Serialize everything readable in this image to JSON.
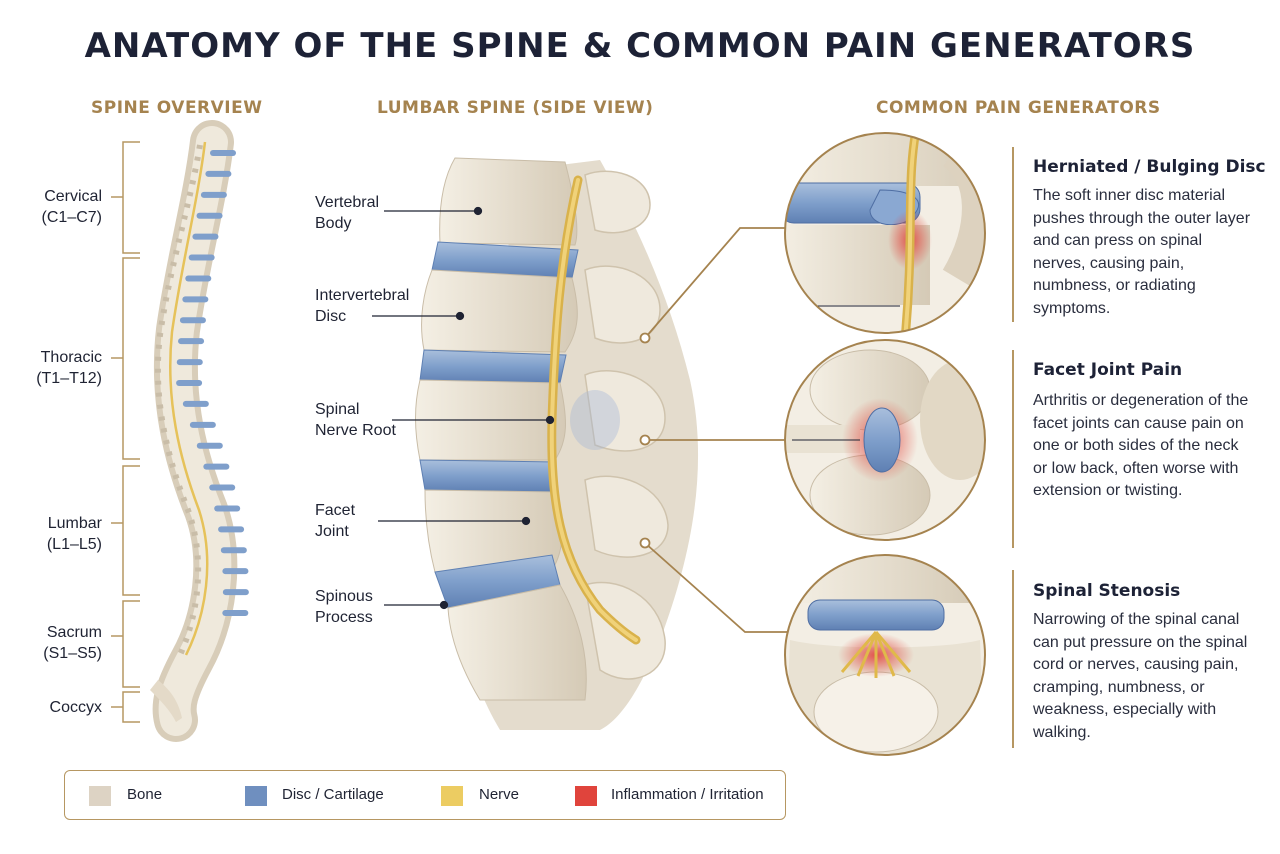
{
  "title": "ANATOMY OF THE SPINE & COMMON PAIN GENERATORS",
  "sections": {
    "overview": "SPINE OVERVIEW",
    "lumbar": "LUMBAR SPINE (SIDE VIEW)",
    "pain": "COMMON PAIN GENERATORS"
  },
  "regions": [
    {
      "name": "Cervical",
      "range": "(C1–C7)"
    },
    {
      "name": "Thoracic",
      "range": "(T1–T12)"
    },
    {
      "name": "Lumbar",
      "range": "(L1–L5)"
    },
    {
      "name": "Sacrum",
      "range": "(S1–S5)"
    },
    {
      "name": "Coccyx",
      "range": ""
    }
  ],
  "lumbar_labels": [
    {
      "line1": "Vertebral",
      "line2": "Body"
    },
    {
      "line1": "Intervertebral",
      "line2": "Disc"
    },
    {
      "line1": "Spinal",
      "line2": "Nerve Root"
    },
    {
      "line1": "Facet",
      "line2": "Joint"
    },
    {
      "line1": "Spinous",
      "line2": "Process"
    }
  ],
  "pain_generators": [
    {
      "title": "Herniated / Bulging Disc",
      "description": "The soft inner disc material pushes through the outer layer and can press on spinal nerves, causing pain, numbness, or radiating symptoms."
    },
    {
      "title": "Facet Joint Pain",
      "description": "Arthritis or degeneration of the facet joints can cause pain on one or both sides of the neck or low back, often worse with extension or twisting."
    },
    {
      "title": "Spinal Stenosis",
      "description": "Narrowing of the spinal canal can put pressure on the spinal cord or nerves, causing pain, cramping, numbness, or weakness, especially with walking."
    }
  ],
  "legend": [
    {
      "label": "Bone",
      "color": "#ddd3c4"
    },
    {
      "label": "Disc / Cartilage",
      "color": "#6f8fbf"
    },
    {
      "label": "Nerve",
      "color": "#eccc62"
    },
    {
      "label": "Inflammation / Irritation",
      "color": "#e0443c"
    }
  ],
  "colors": {
    "bone": "#ece5d6",
    "bone_shadow": "#c9bda8",
    "disc": "#7f9fcb",
    "nerve": "#e6c25a",
    "inflammation": "#e0443c",
    "accent": "#b69762"
  }
}
